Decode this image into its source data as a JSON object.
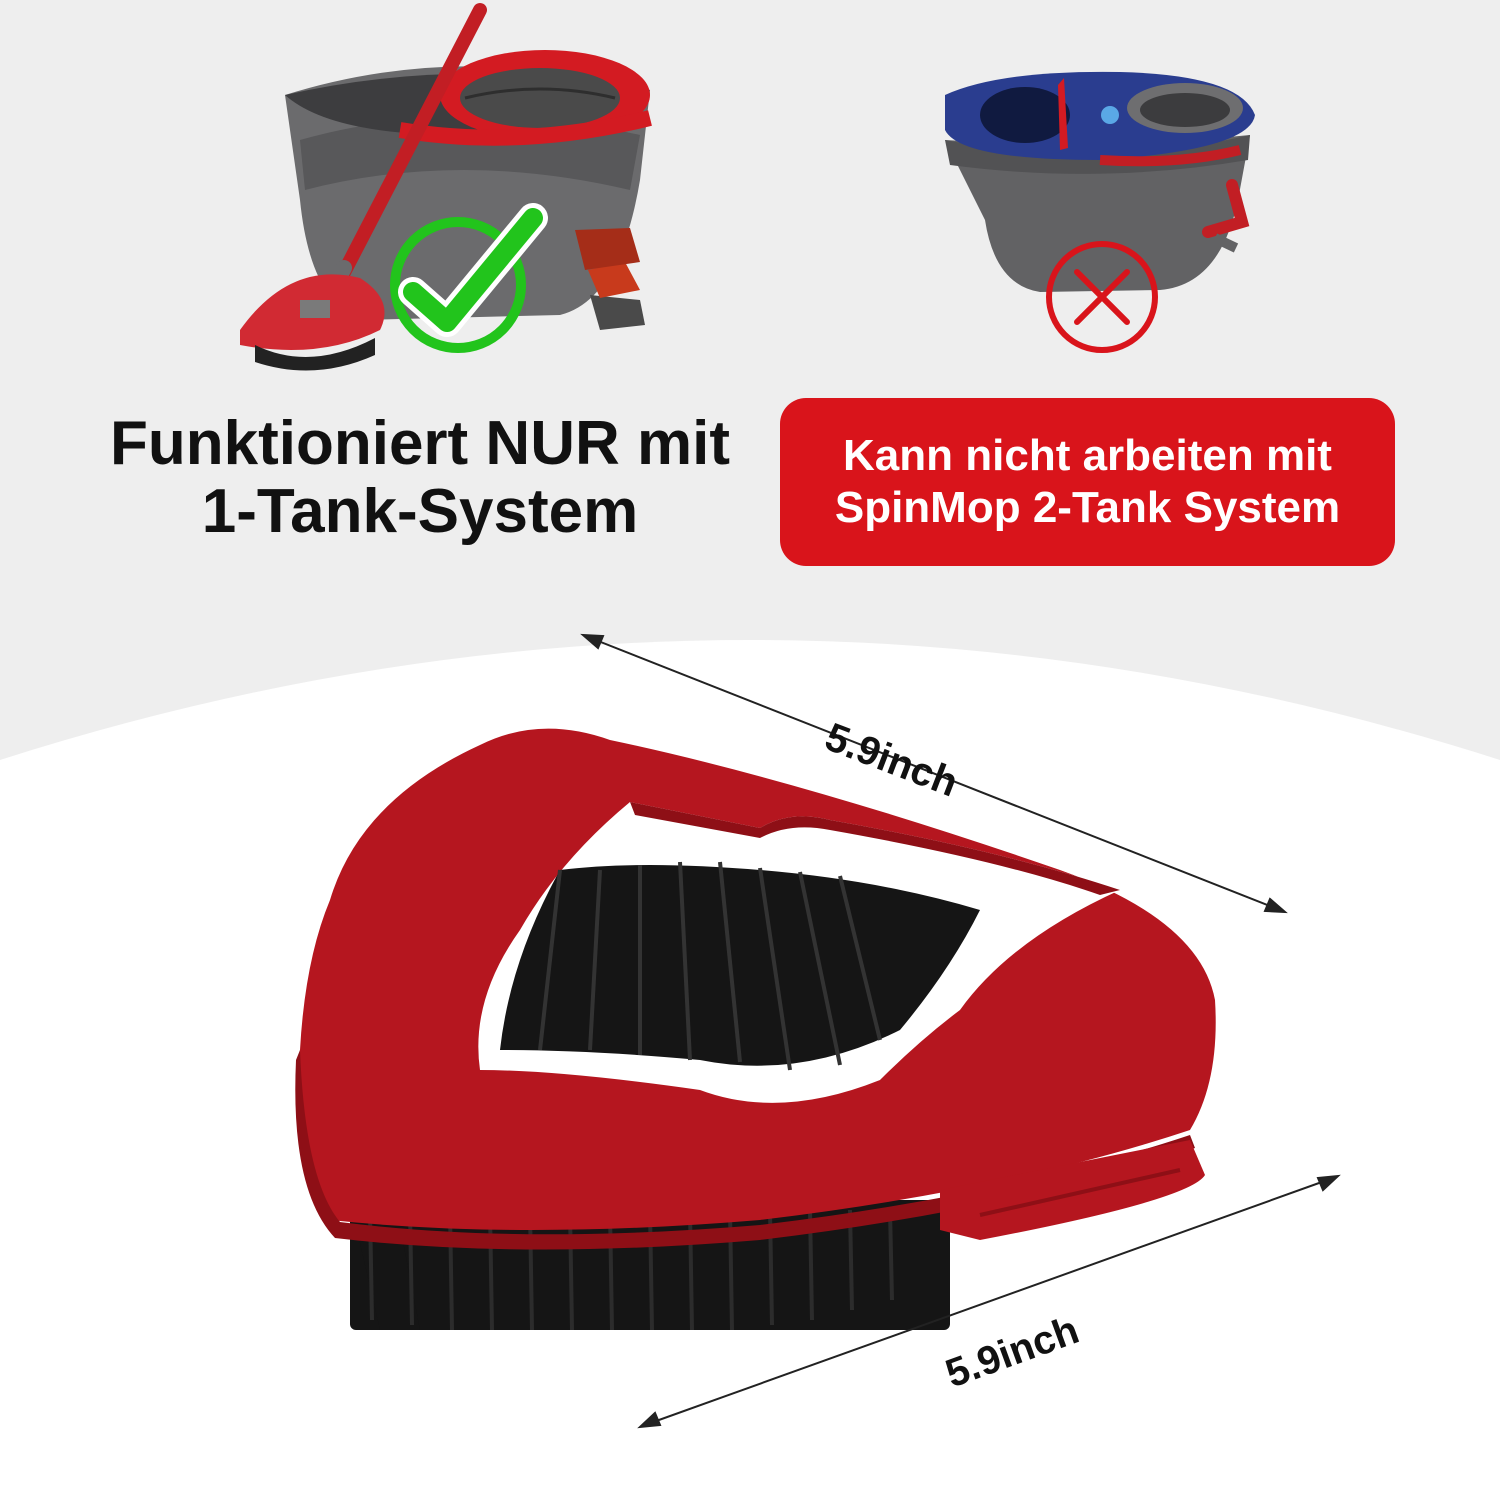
{
  "left_panel": {
    "caption_line1": "Funktioniert NUR mit",
    "caption_line2": "1-Tank-System",
    "badge_icon": "green-check-icon",
    "badge_color": "#22c41c"
  },
  "right_panel": {
    "caption_line1": "Kann nicht arbeiten mit",
    "caption_line2": "SpinMop 2-Tank System",
    "badge_icon": "red-cross-icon",
    "badge_color": "#d9141b"
  },
  "product": {
    "dimension_top": "5.9inch",
    "dimension_bottom": "5.9inch",
    "brush_color": "#b5161f",
    "bristle_color": "#111111"
  }
}
